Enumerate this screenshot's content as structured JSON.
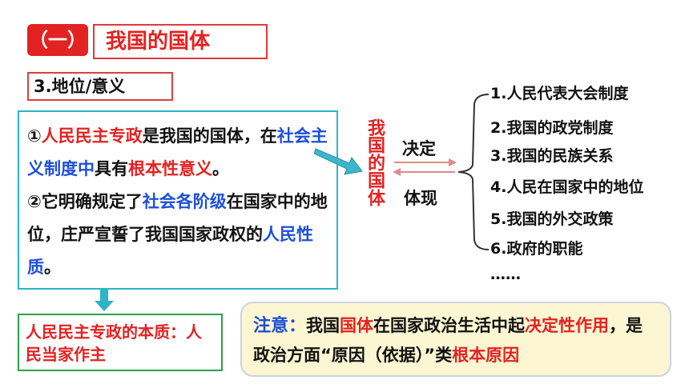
{
  "header": {
    "section_badge": "（一）",
    "title": "我国的国体",
    "subtitle": "3.地位/意义"
  },
  "main_text": {
    "p1": {
      "num": "①",
      "a_red": "人民民主专政",
      "b": "是我国的国体，在",
      "c_blue": "社会主义制度中",
      "d": "具有",
      "e_red": "根本性意义",
      "f": "。"
    },
    "p2": {
      "num": "②",
      "a": "它明确规定了",
      "b_blue": "社会各阶级",
      "c": "在国家中的地位，庄严宣誓了我国国家政权的",
      "d_blue": "人民性质",
      "e": "。"
    }
  },
  "essence": "人民民主专政的本质：人民当家作主",
  "center_label": "我国的国体",
  "relation": {
    "forward": "决定",
    "backward": "体现"
  },
  "list": [
    "1.人民代表大会制度",
    "2.我国的政党制度",
    "3.我国的民族关系",
    "4.人民在国家中的地位",
    "5.我国的外交政策",
    "6.政府的职能",
    "……"
  ],
  "note": {
    "label": "注意：",
    "a": "我国",
    "b_red": "国体",
    "c": "在国家政治生活中起",
    "d_red": "决定性作用",
    "e": "，是政治方面“原因（依据）”类",
    "f_red": "根本原因"
  },
  "colors": {
    "red": "#e32222",
    "blue": "#1d4fd8",
    "teal_border": "#29b6c7",
    "green_border": "#2aa34a",
    "note_bg": "#fdf6d2"
  }
}
